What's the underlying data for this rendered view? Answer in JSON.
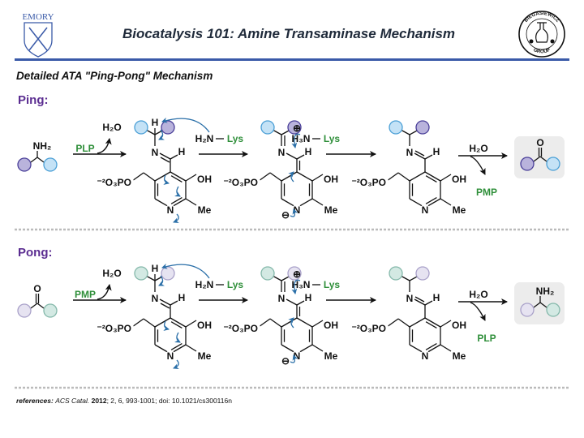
{
  "header": {
    "title": "Biocatalysis 101: Amine Transaminase Mechanism",
    "left_logo_text": "EMORY",
    "right_logo_text_top": "BIEGASIEWICZ",
    "right_logo_text_bottom": "GROUP",
    "accent_color": "#3a5aa8"
  },
  "subtitle": "Detailed ATA \"Ping-Pong\" Mechanism",
  "sections": [
    {
      "label": "Ping:",
      "cofactor_in": "PLP",
      "cofactor_out": "PMP",
      "water_in": "H₂O",
      "water_out": "H₂O",
      "substrate_group": "NH₂",
      "product_group": "O",
      "lys_free": "H₂N",
      "lys_prot": "H₃N",
      "lys": "Lys",
      "plus": "⊕"
    },
    {
      "label": "Pong:",
      "cofactor_in": "PMP",
      "cofactor_out": "PLP",
      "water_in": "H₂O",
      "water_out": "H₂O",
      "substrate_group": "O",
      "product_group": "NH₂",
      "lys_free": "H₂N",
      "lys_prot": "H₃N",
      "lys": "Lys",
      "plus": "⊕"
    }
  ],
  "atoms": {
    "oh": "OH",
    "me": "Me",
    "n": "N",
    "h": "H",
    "phosphate": "⁻²O₃PO",
    "minus": "⊖"
  },
  "colors": {
    "purple": "#b9b3dc",
    "purple_stroke": "#4a3f99",
    "blue": "#c4e2f6",
    "blue_stroke": "#4a9fd6",
    "teal": "#d3e9e3",
    "teal_stroke": "#84b8aa",
    "lavender": "#e6e3f1",
    "lavender_stroke": "#a9a1c9",
    "ping_label": "#5b2d91",
    "green": "#2f8f3a",
    "arrow_blue": "#2a6fa8"
  },
  "references": {
    "label": "references:",
    "journal": "ACS Catal.",
    "year": "2012",
    "details": "; 2, 6, 993-1001; doi: 10.1021/cs300116n"
  }
}
